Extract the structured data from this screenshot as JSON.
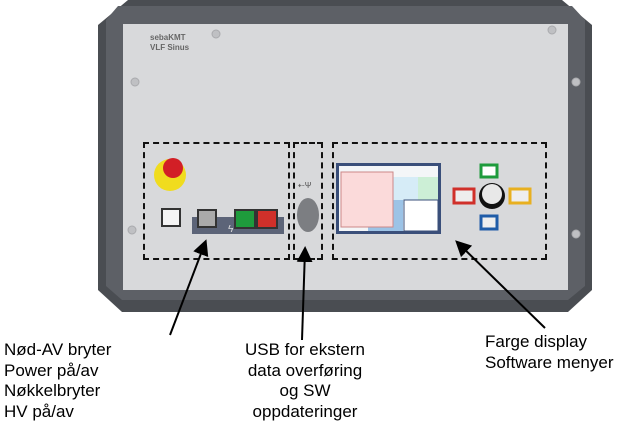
{
  "device": {
    "brand": "sebaKMT",
    "model": "VLF Sinus"
  },
  "callouts": {
    "left": [
      "Nød-AV bryter",
      "Power på/av",
      "Nøkkelbryter",
      "HV på/av"
    ],
    "middle": [
      "USB for ekstern",
      "data overføring",
      "og SW",
      "oppdateringer"
    ],
    "right": [
      "Farge display",
      "Software menyer"
    ]
  },
  "colors": {
    "housing": "#4a4d52",
    "panel": "#d8d9db",
    "estop": "#d21f26",
    "estop_ring": "#f0dc1e",
    "on_button": "#1e9b3c",
    "off_button": "#d0302a",
    "screen_menu": "#fbdada"
  }
}
